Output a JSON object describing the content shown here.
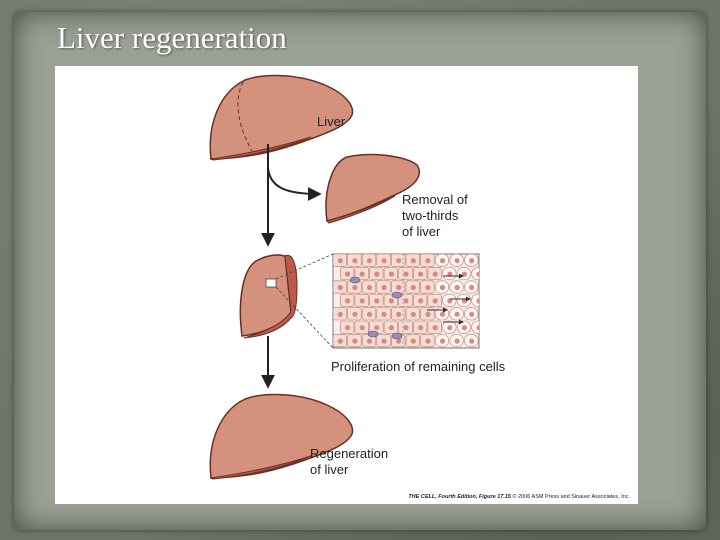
{
  "slide": {
    "title": "Liver regeneration"
  },
  "diagram": {
    "labels": {
      "liver": "Liver",
      "removal_line1": "Removal of",
      "removal_line2": "two-thirds",
      "removal_line3": "of liver",
      "proliferation": "Proliferation of remaining cells",
      "regeneration_line1": "Regeneration",
      "regeneration_line2": "of liver"
    },
    "credit": {
      "book": "THE CELL, Fourth Edition, Figure 17.15",
      "copyright": "© 2006 ASM Press and Sinauer Associates, Inc."
    },
    "colors": {
      "liver_fill": "#d4917e",
      "liver_dark": "#bb5c4a",
      "outline": "#6a2e24",
      "cell_fill": "#f5ddd6",
      "nucleus": "#d88a7c"
    }
  }
}
